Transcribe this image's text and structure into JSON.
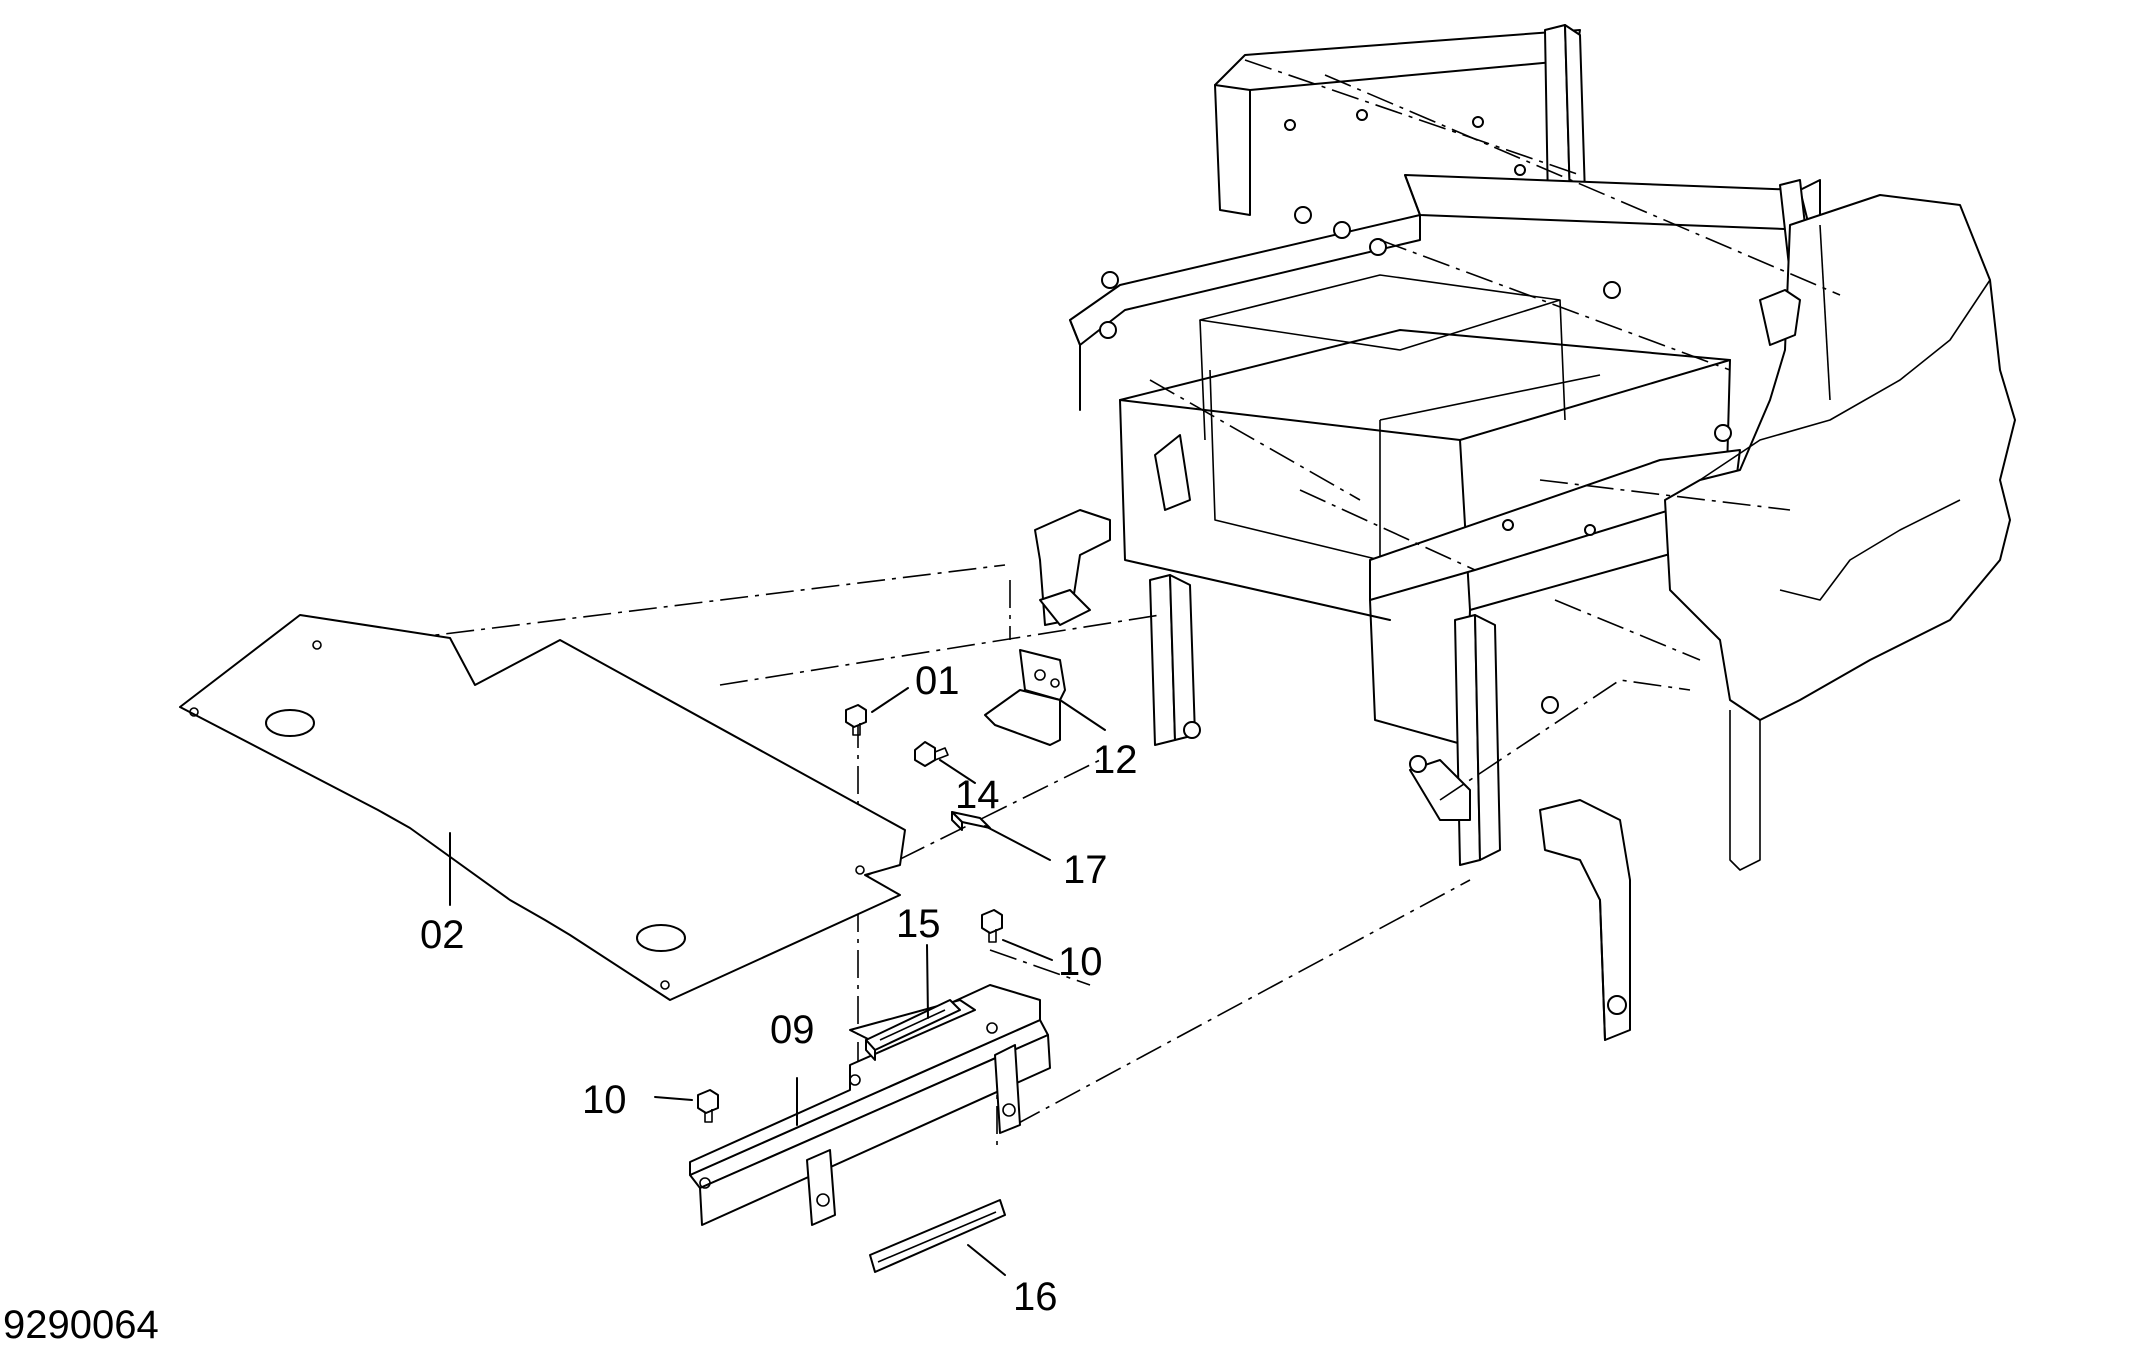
{
  "diagram": {
    "document_number": "9290064",
    "callouts": [
      {
        "id": "01",
        "text": "01"
      },
      {
        "id": "02",
        "text": "02"
      },
      {
        "id": "09",
        "text": "09"
      },
      {
        "id": "10a",
        "text": "10"
      },
      {
        "id": "10b",
        "text": "10"
      },
      {
        "id": "12",
        "text": "12"
      },
      {
        "id": "14",
        "text": "14"
      },
      {
        "id": "15",
        "text": "15"
      },
      {
        "id": "16",
        "text": "16"
      },
      {
        "id": "17",
        "text": "17"
      }
    ]
  }
}
